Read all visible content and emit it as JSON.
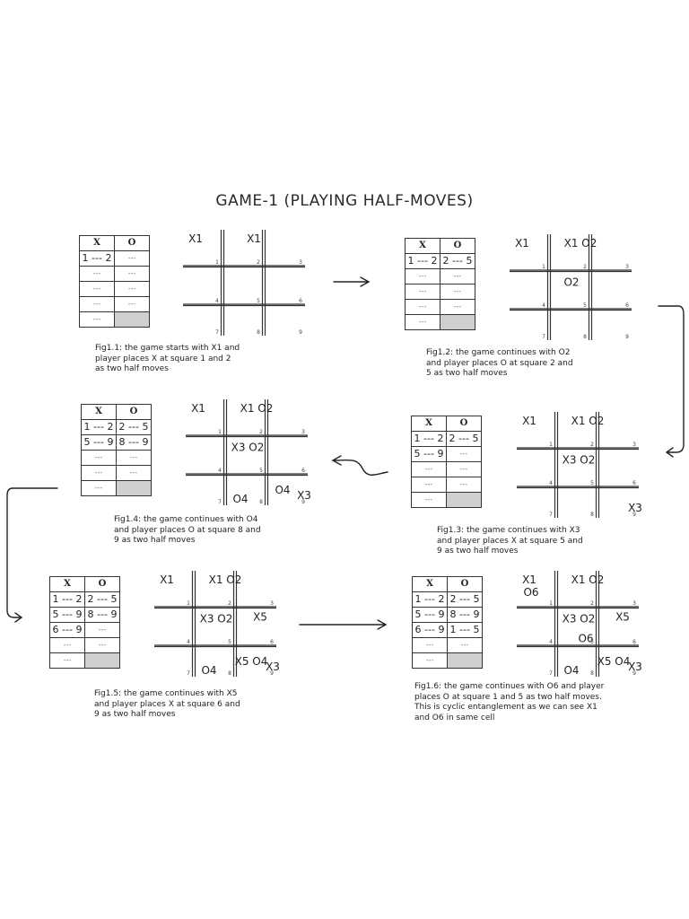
{
  "title": "GAME-1 (PLAYING HALF-MOVES)",
  "table_headers": [
    "X",
    "O"
  ],
  "panels": [
    {
      "id": "fig1-1",
      "caption": [
        "Fig1.1: the game starts with X1 and",
        "player places X at square 1 and 2",
        "as two half moves"
      ],
      "rows": [
        [
          "1 --- 2",
          "---"
        ],
        [
          "---",
          "---"
        ],
        [
          "---",
          "---"
        ],
        [
          "---",
          "---"
        ],
        [
          "---",
          ""
        ]
      ],
      "marks": [
        {
          "cell": 1,
          "slot": "ext-tl",
          "text": "X1"
        },
        {
          "cell": 2,
          "slot": "ext-t",
          "text": "X1"
        }
      ]
    },
    {
      "id": "fig1-2",
      "caption": [
        "Fig1.2: the game continues with O2",
        "and player places O at square 2 and",
        "5 as two half moves"
      ],
      "rows": [
        [
          "1 --- 2",
          "2 --- 5"
        ],
        [
          "---",
          "---"
        ],
        [
          "---",
          "---"
        ],
        [
          "---",
          "---"
        ],
        [
          "---",
          ""
        ]
      ],
      "marks": [
        {
          "cell": 1,
          "slot": "ext-tl",
          "text": "X1"
        },
        {
          "cell": 2,
          "slot": "ext-t",
          "text": "X1 O2"
        },
        {
          "cell": 5,
          "slot": "in",
          "text": "O2"
        }
      ]
    },
    {
      "id": "fig1-3",
      "caption": [
        "Fig1.3: the game continues with X3",
        "and player places X at square 5 and",
        "9 as two half moves"
      ],
      "rows": [
        [
          "1 --- 2",
          "2 --- 5"
        ],
        [
          "5 --- 9",
          "---"
        ],
        [
          "---",
          "---"
        ],
        [
          "---",
          "---"
        ],
        [
          "---",
          ""
        ]
      ],
      "marks": [
        {
          "cell": 1,
          "slot": "ext-tl",
          "text": "X1"
        },
        {
          "cell": 2,
          "slot": "ext-t",
          "text": "X1 O2"
        },
        {
          "cell": 5,
          "slot": "in",
          "text": "X3 O2"
        },
        {
          "cell": 9,
          "slot": "ext-r",
          "text": "X3"
        }
      ]
    },
    {
      "id": "fig1-4",
      "caption": [
        "Fig1.4: the game continues with O4",
        "and player places O at square 8 and",
        "9 as two half moves"
      ],
      "rows": [
        [
          "1 --- 2",
          "2 --- 5"
        ],
        [
          "5 --- 9",
          "8 --- 9"
        ],
        [
          "---",
          "---"
        ],
        [
          "---",
          "---"
        ],
        [
          "---",
          ""
        ]
      ],
      "marks": [
        {
          "cell": 1,
          "slot": "ext-tl",
          "text": "X1"
        },
        {
          "cell": 2,
          "slot": "ext-t",
          "text": "X1 O2"
        },
        {
          "cell": 5,
          "slot": "in",
          "text": "X3 O2"
        },
        {
          "cell": 8,
          "slot": "in",
          "text": "O4"
        },
        {
          "cell": 9,
          "slot": "in",
          "text": "O4"
        },
        {
          "cell": 9,
          "slot": "ext-r",
          "text": "X3"
        }
      ]
    },
    {
      "id": "fig1-5",
      "caption": [
        "Fig1.5: the game continues with X5",
        "and player places X at square 6 and",
        "9 as two half moves"
      ],
      "rows": [
        [
          "1 --- 2",
          "2 --- 5"
        ],
        [
          "5 --- 9",
          "8 --- 9"
        ],
        [
          "6 --- 9",
          "---"
        ],
        [
          "---",
          "---"
        ],
        [
          "---",
          ""
        ]
      ],
      "marks": [
        {
          "cell": 1,
          "slot": "ext-tl",
          "text": "X1"
        },
        {
          "cell": 2,
          "slot": "ext-t",
          "text": "X1 O2"
        },
        {
          "cell": 5,
          "slot": "in",
          "text": "X3 O2"
        },
        {
          "cell": 6,
          "slot": "in",
          "text": "X5"
        },
        {
          "cell": 8,
          "slot": "in",
          "text": "O4"
        },
        {
          "cell": 9,
          "slot": "in",
          "text": "X5 O4"
        },
        {
          "cell": 9,
          "slot": "ext-r",
          "text": "X3"
        }
      ]
    },
    {
      "id": "fig1-6",
      "caption": [
        "Fig1.6: the game continues with O6 and player",
        "places O at square 1 and 5 as two half moves.",
        "This is cyclic entanglement as we can see X1",
        "and O6 in same cell"
      ],
      "rows": [
        [
          "1 --- 2",
          "2 --- 5"
        ],
        [
          "5 --- 9",
          "8 --- 9"
        ],
        [
          "6 --- 9",
          "1 --- 5"
        ],
        [
          "---",
          "---"
        ],
        [
          "---",
          ""
        ]
      ],
      "marks": [
        {
          "cell": 1,
          "slot": "ext-tl",
          "text": "X1"
        },
        {
          "cell": 1,
          "slot": "ext-l",
          "text": "O6"
        },
        {
          "cell": 2,
          "slot": "ext-t",
          "text": "X1 O2"
        },
        {
          "cell": 5,
          "slot": "in",
          "text": "X3 O2"
        },
        {
          "cell": 5,
          "slot": "in2",
          "text": "O6"
        },
        {
          "cell": 6,
          "slot": "in",
          "text": "X5"
        },
        {
          "cell": 8,
          "slot": "in",
          "text": "O4"
        },
        {
          "cell": 9,
          "slot": "in",
          "text": "X5 O4"
        },
        {
          "cell": 9,
          "slot": "ext-r",
          "text": "X3"
        }
      ]
    }
  ],
  "square_numbers": [
    "1",
    "2",
    "3",
    "4",
    "5",
    "6",
    "7",
    "8",
    "9"
  ]
}
